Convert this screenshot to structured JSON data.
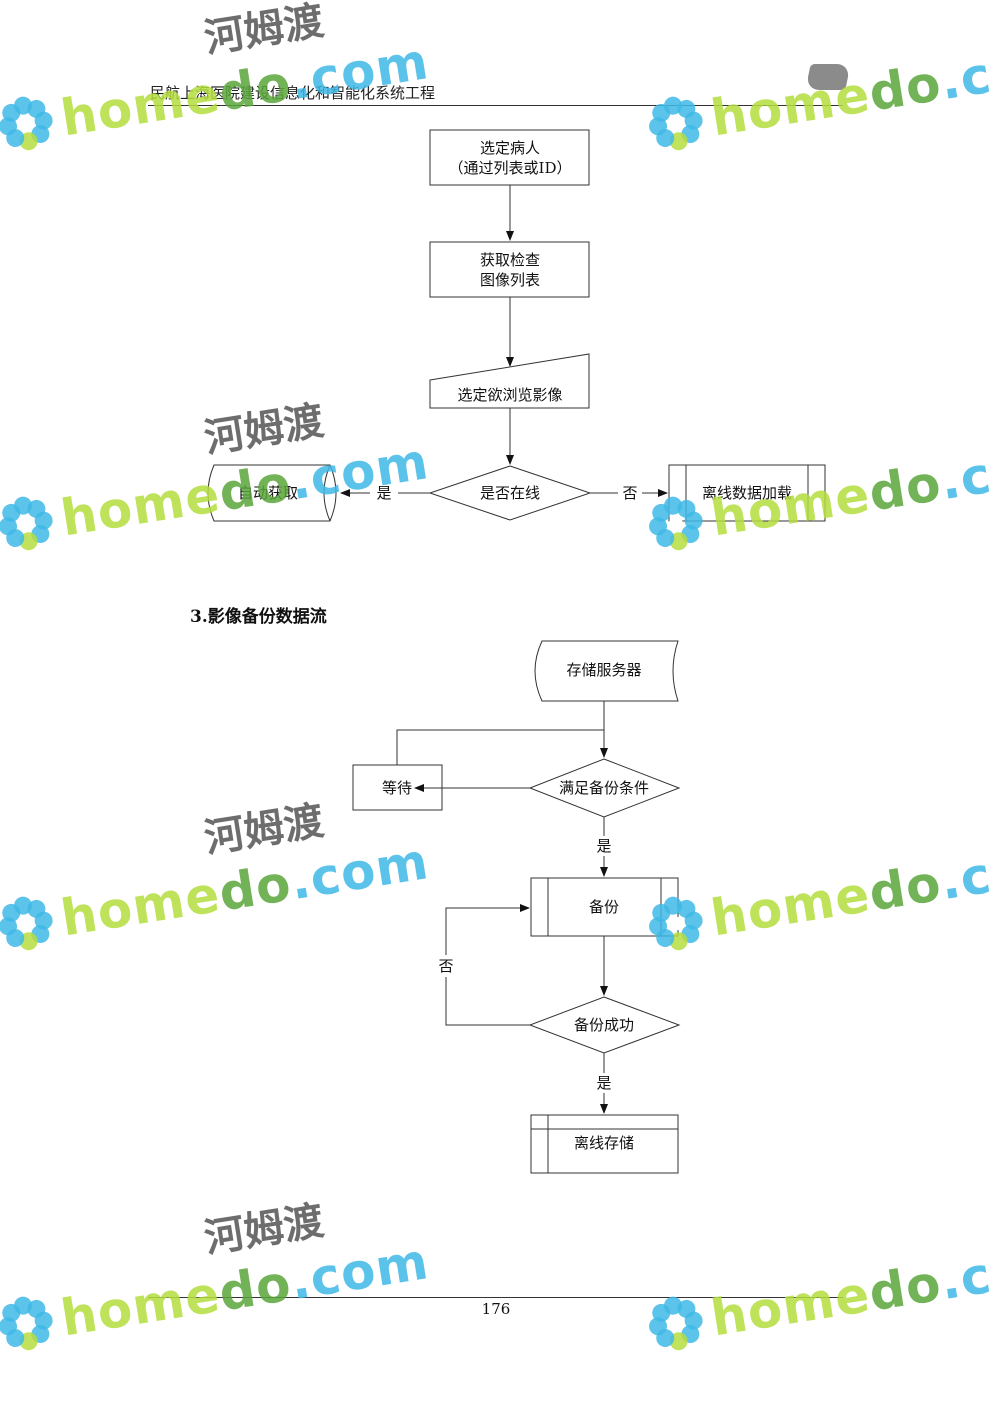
{
  "header": {
    "title": "民航上海医院建设信息化和智能化系统工程"
  },
  "flow1": {
    "select_patient_line1": "选定病人",
    "select_patient_line2": "（通过列表或ID）",
    "get_list_line1": "获取检查",
    "get_list_line2": "图像列表",
    "select_image": "选定欲浏览影像",
    "is_online": "是否在线",
    "auto_fetch": "自动获取",
    "offline_load": "离线数据加载",
    "yes": "是",
    "no": "否"
  },
  "section": {
    "title": "3.影像备份数据流"
  },
  "flow2": {
    "storage_server": "存储服务器",
    "backup_condition": "满足备份条件",
    "wait": "等待",
    "yes1": "是",
    "backup": "备份",
    "no": "否",
    "backup_success": "备份成功",
    "yes2": "是",
    "offline_storage": "离线存储"
  },
  "footer": {
    "page_number": "176"
  },
  "watermark": {
    "text": "homedo.com",
    "cn": "河姆渡",
    "colors": {
      "light": "#b5dd3f",
      "dark": "#5aa63a",
      "cyan": "#3fb8e6"
    }
  }
}
